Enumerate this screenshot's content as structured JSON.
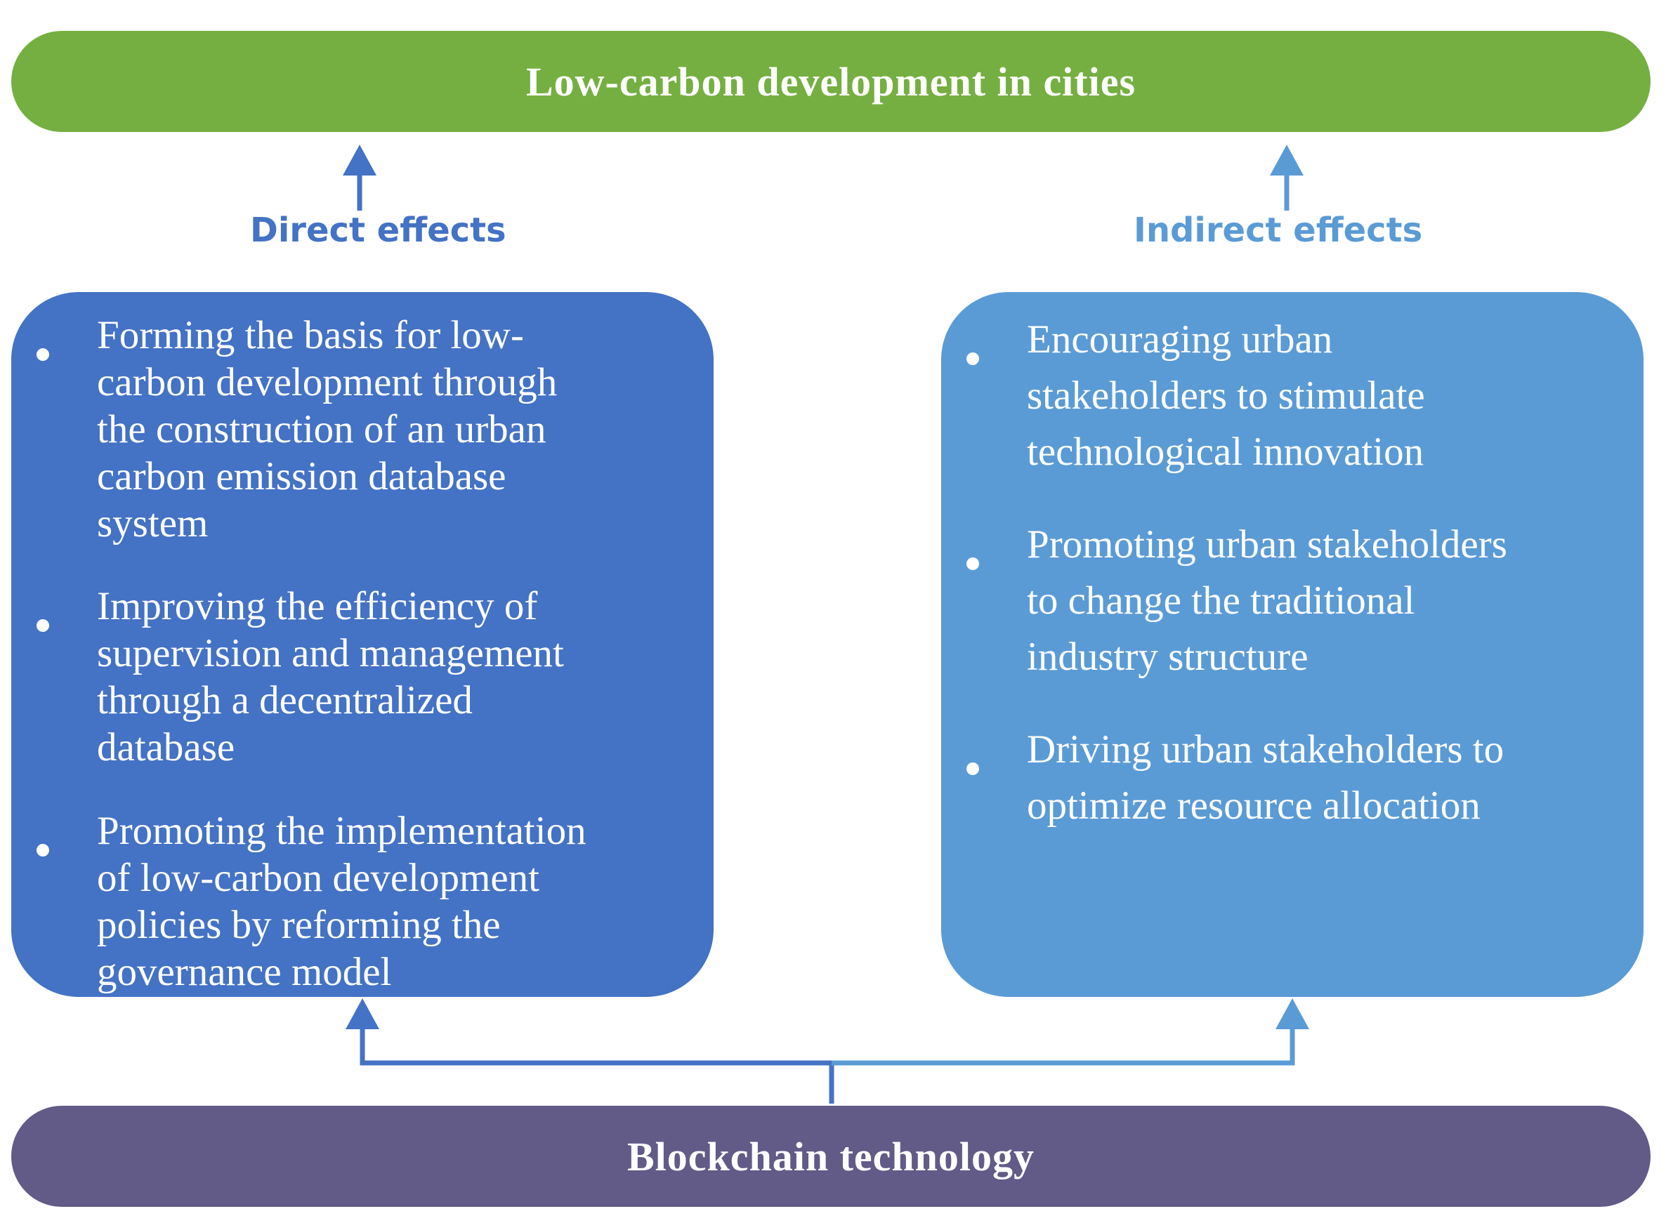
{
  "colors": {
    "top_banner": "#76AF41",
    "bottom_banner": "#625A87",
    "direct_box": "#4472C4",
    "indirect_box": "#5B9BD5",
    "direct_label": "#4472C4",
    "indirect_label": "#5B9BD5",
    "text_on_shapes": "#FFFFFF"
  },
  "top_banner": {
    "label": "Low-carbon development  in cities"
  },
  "bottom_banner": {
    "label": "Blockchain technology"
  },
  "direct": {
    "label": "Direct effects",
    "items": [
      {
        "text": "Forming the basis for low-\ncarbon development through\nthe construction of an urban\ncarbon emission database\nsystem"
      },
      {
        "text": "Improving the efficiency of\nsupervision and management\nthrough a decentralized\ndatabase"
      },
      {
        "text": "Promoting the implementation\nof low-carbon development\npolicies by reforming the\ngovernance model"
      }
    ]
  },
  "indirect": {
    "label": "Indirect effects",
    "items": [
      {
        "text": "Encouraging urban\nstakeholders to stimulate\ntechnological innovation"
      },
      {
        "text": "Promoting urban stakeholders\nto change the traditional\nindustry structure"
      },
      {
        "text": "Driving urban stakeholders to\noptimize resource allocation"
      }
    ]
  }
}
